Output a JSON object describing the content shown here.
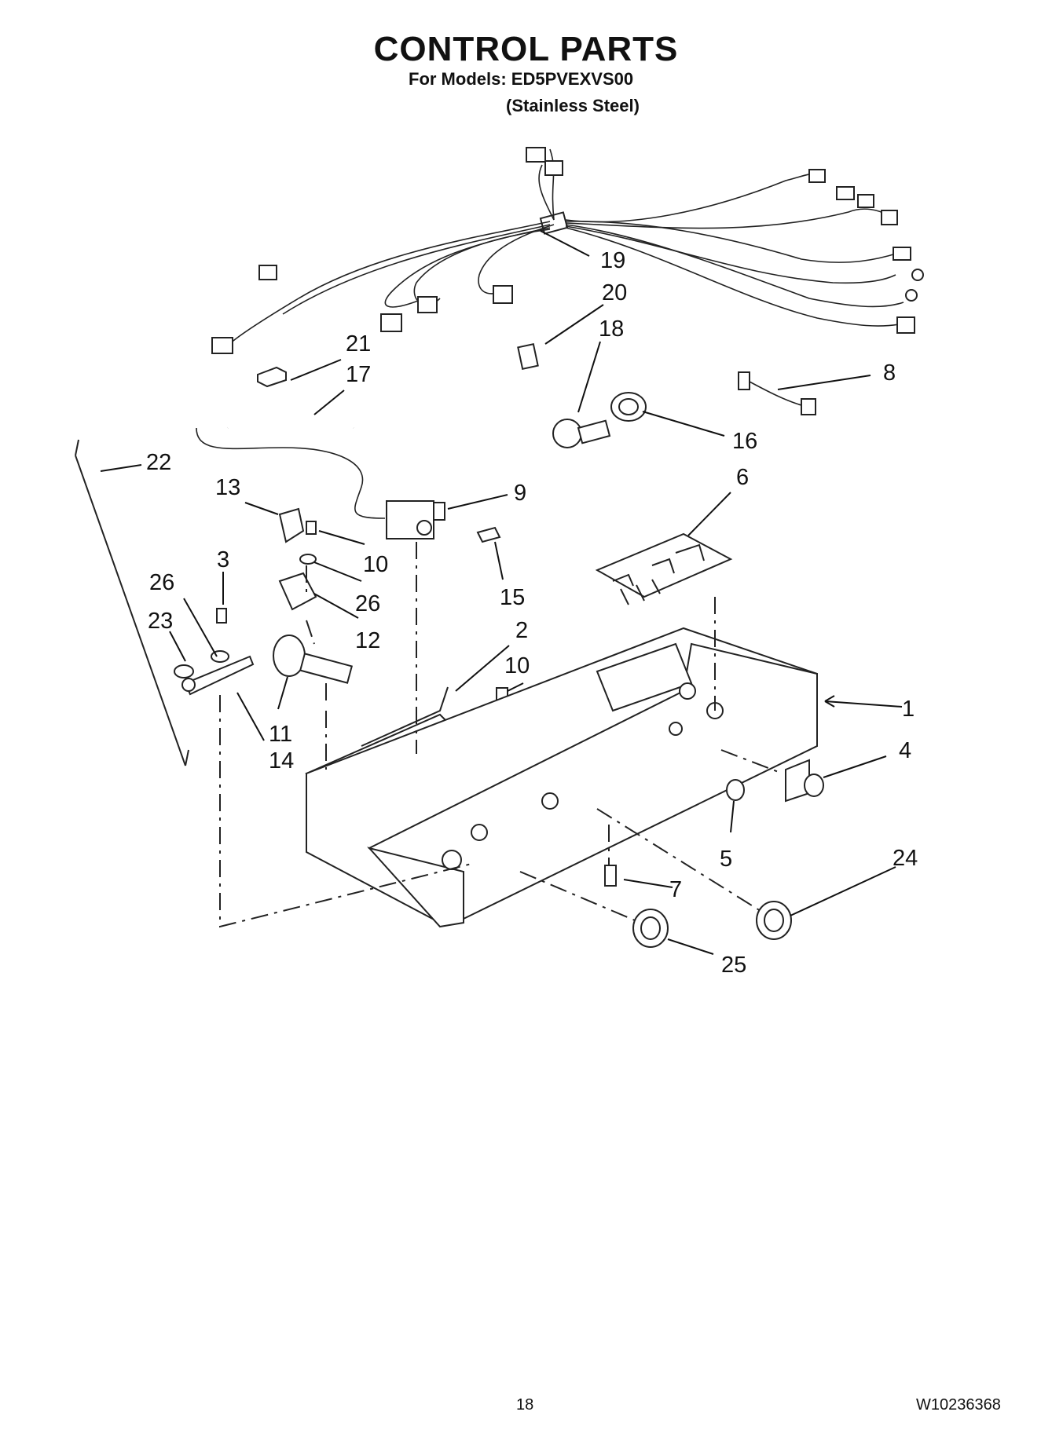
{
  "header": {
    "title": "CONTROL PARTS",
    "models_line": "For Models: ED5PVEXVS00",
    "finish_line": "(Stainless Steel)"
  },
  "callouts": [
    "1",
    "2",
    "3",
    "4",
    "5",
    "6",
    "7",
    "8",
    "9",
    "10",
    "10",
    "11",
    "12",
    "13",
    "14",
    "15",
    "16",
    "17",
    "18",
    "19",
    "20",
    "21",
    "22",
    "23",
    "24",
    "25",
    "26",
    "26"
  ],
  "footer": {
    "page_number": "18",
    "document_number": "W10236368"
  }
}
